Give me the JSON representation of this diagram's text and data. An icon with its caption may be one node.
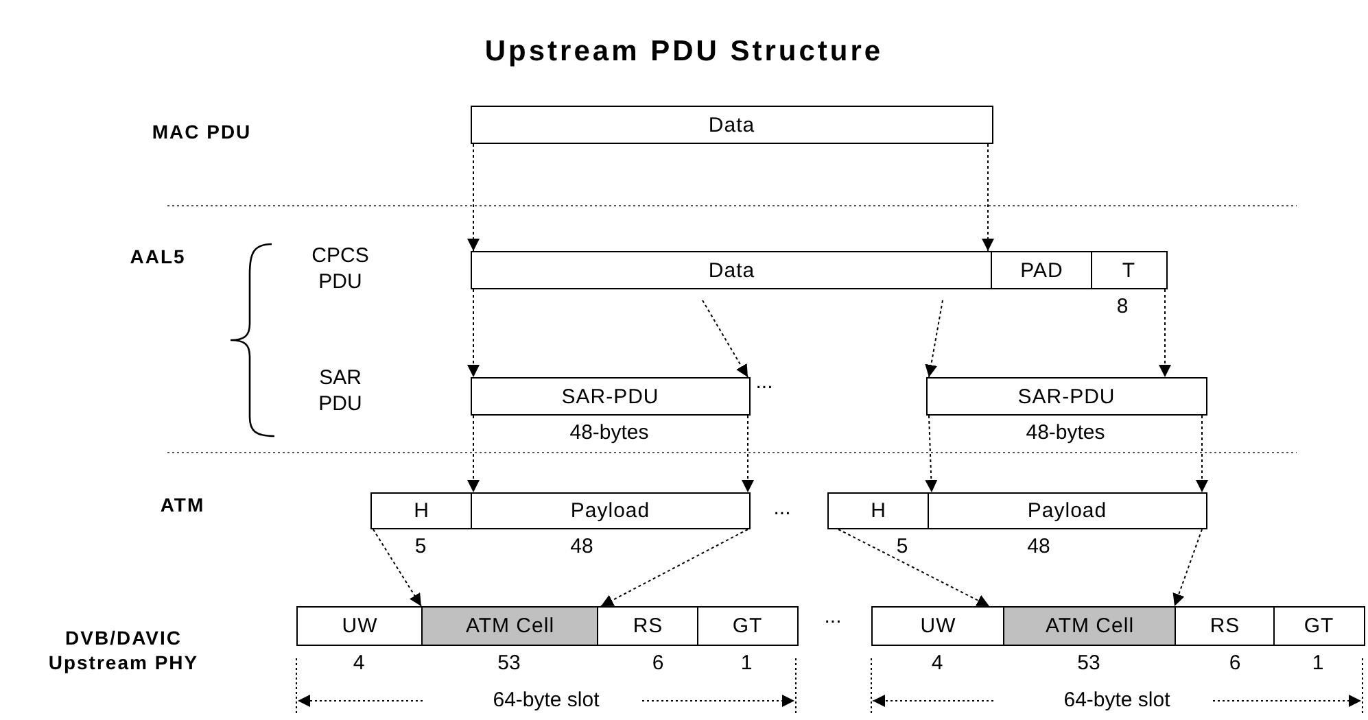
{
  "diagram": {
    "title": "Upstream PDU Structure",
    "nodes": [
      {
        "text": [
          "Data"
        ]
      },
      {
        "text": [
          "Data"
        ]
      },
      {
        "text": [
          "PAD"
        ]
      },
      {
        "text": [
          "T"
        ],
        "beside": [
          "8"
        ]
      },
      {
        "text": [
          "SAR-PDU"
        ],
        "beside": [
          "48-bytes"
        ]
      },
      {
        "text": [
          "SAR-PDU"
        ],
        "beside": [
          "48-bytes"
        ]
      },
      {
        "text": [
          "H"
        ],
        "beside": [
          "5"
        ]
      },
      {
        "text": [
          "Payload"
        ],
        "beside": [
          "48"
        ]
      },
      {
        "text": [
          "H"
        ],
        "beside": [
          "5"
        ]
      },
      {
        "text": [
          "Payload"
        ],
        "beside": [
          "48"
        ]
      },
      {
        "text": [
          "UW"
        ],
        "beside": [
          "4"
        ]
      },
      {
        "text": [
          "ATM Cell"
        ],
        "beside": [
          "53"
        ]
      },
      {
        "text": [
          "RS"
        ],
        "beside": [
          "6"
        ]
      },
      {
        "text": [
          "GT"
        ],
        "beside": [
          "1"
        ]
      },
      {
        "text": [
          "UW"
        ],
        "beside": [
          "4"
        ]
      },
      {
        "text": [
          "ATM Cell"
        ],
        "beside": [
          "53"
        ]
      },
      {
        "text": [
          "RS"
        ],
        "beside": [
          "6"
        ]
      },
      {
        "text": [
          "GT"
        ],
        "beside": [
          "1"
        ]
      }
    ],
    "edges": [
      {
        "from": 0,
        "to": 1,
        "arrow": "to",
        "style": "dashed"
      },
      {
        "from": 0,
        "to": 1,
        "arrow": "to",
        "style": "dashed"
      },
      {
        "from": 1,
        "to": 4,
        "arrow": "to",
        "style": "dashed"
      },
      {
        "from": 1,
        "to": 4,
        "arrow": "to",
        "style": "dashed"
      },
      {
        "from": 1,
        "to": 5,
        "arrow": "to",
        "style": "dashed"
      },
      {
        "from": 3,
        "to": 5,
        "arrow": "to",
        "style": "dashed"
      },
      {
        "from": 4,
        "to": 7,
        "arrow": "to",
        "style": "dashed"
      },
      {
        "from": 4,
        "to": 7,
        "arrow": "to",
        "style": "dashed"
      },
      {
        "from": 5,
        "to": 9,
        "arrow": "to",
        "style": "dashed"
      },
      {
        "from": 5,
        "to": 9,
        "arrow": "to",
        "style": "dashed"
      },
      {
        "from": 6,
        "to": 11,
        "arrow": "to",
        "style": "dashed"
      },
      {
        "from": 7,
        "to": 11,
        "arrow": "to",
        "style": "dashed"
      },
      {
        "from": 8,
        "to": 15,
        "arrow": "to",
        "style": "dashed"
      },
      {
        "from": 9,
        "to": 15,
        "arrow": "to",
        "style": "dashed"
      }
    ],
    "labels": [
      "MAC PDU",
      "AAL5",
      "CPCS PDU",
      "SAR PDU",
      "...",
      "ATM",
      "...",
      "DVB/DAVIC Upstream PHY",
      "...",
      "64-byte slot",
      "64-byte slot"
    ]
  }
}
